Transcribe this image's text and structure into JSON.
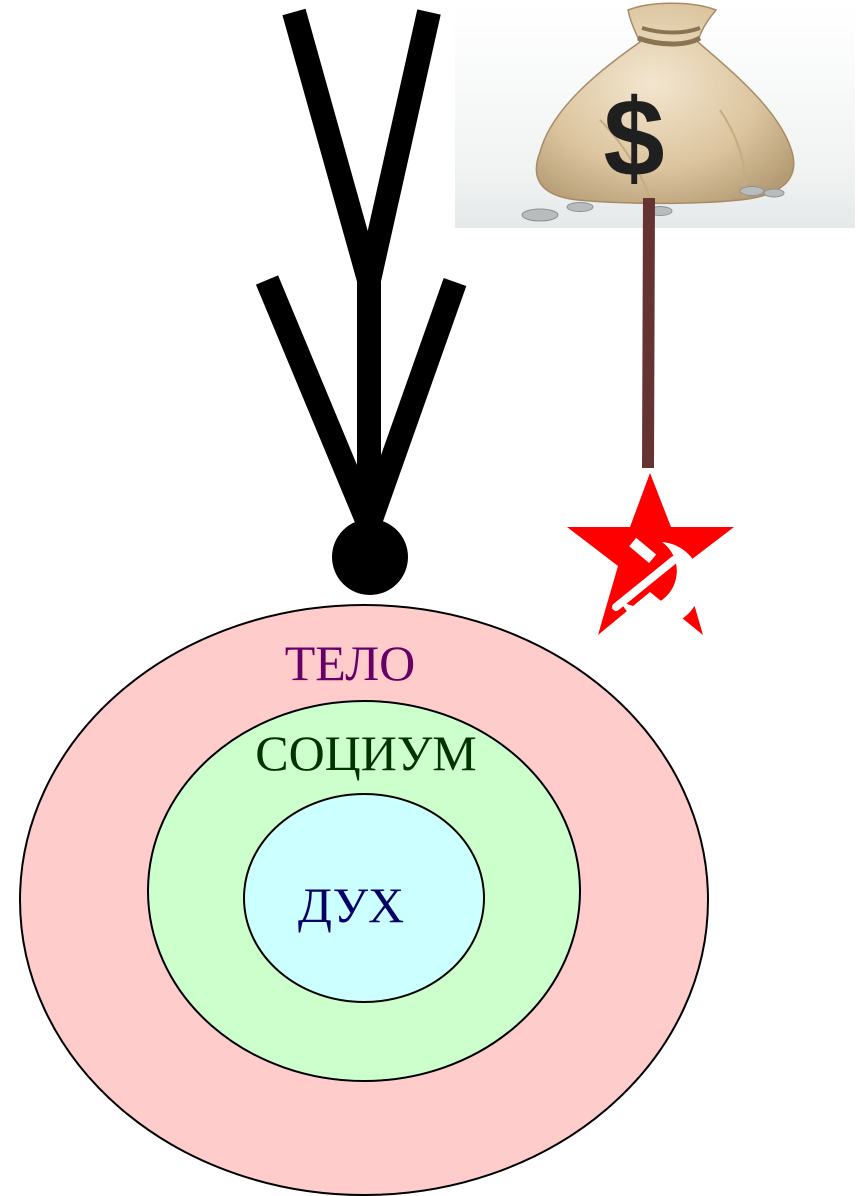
{
  "labels": {
    "outer": "ТЕЛО",
    "middle": "СОЦИУМ",
    "inner": "ДУХ"
  },
  "icons": {
    "symbol": "psi-trident-icon",
    "money": "money-bag-icon",
    "money_mark": "$",
    "soviet": "hammer-sickle-star-icon"
  },
  "colors": {
    "outer_fill": "#ffcccc",
    "middle_fill": "#ccffcc",
    "inner_fill": "#ccffff",
    "outer_text": "#660066",
    "middle_text": "#003300",
    "inner_text": "#000066",
    "connector": "#663333",
    "star": "#ff0000",
    "emblem": "#ffffff"
  }
}
